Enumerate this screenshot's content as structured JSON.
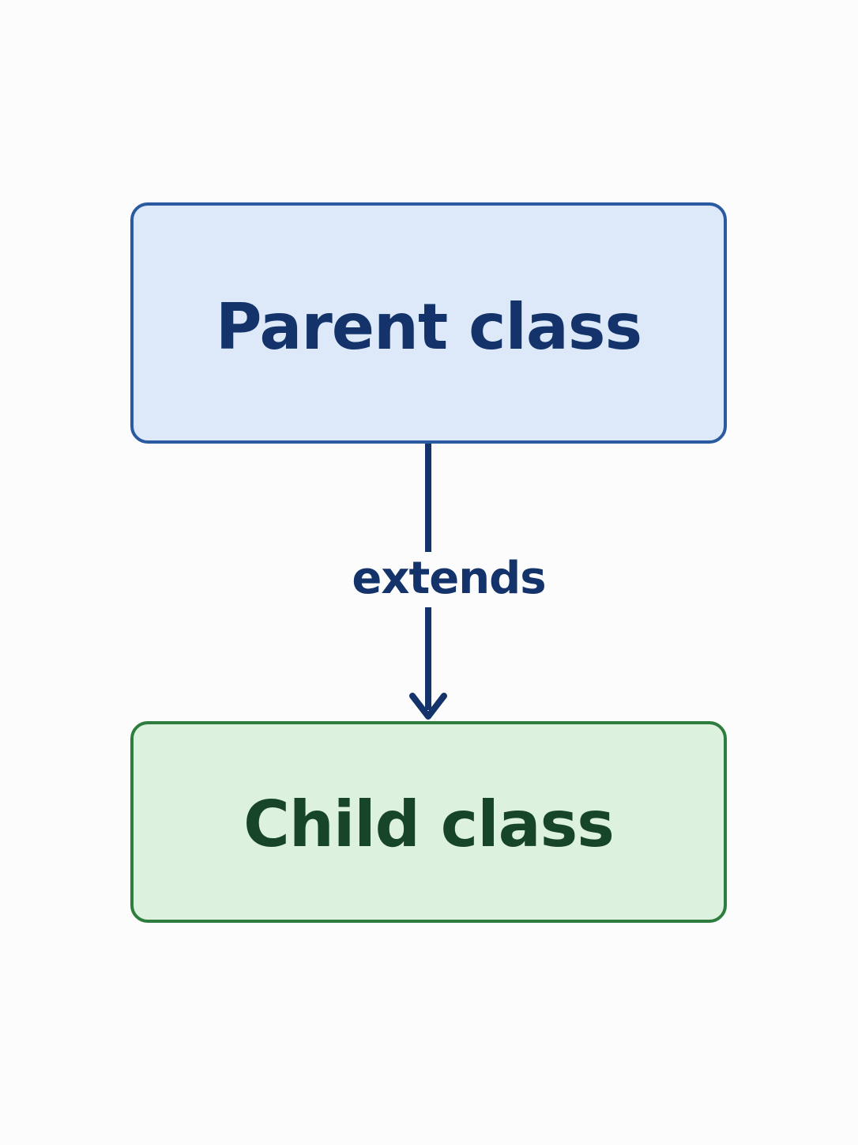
{
  "diagram": {
    "nodes": [
      {
        "id": "parent",
        "label": "Parent class"
      },
      {
        "id": "child",
        "label": "Child class"
      }
    ],
    "edges": [
      {
        "from": "parent",
        "to": "child",
        "label": "extends"
      }
    ]
  },
  "colors": {
    "background": "#fcfcfc",
    "parent_fill": "#dde9f8",
    "parent_border": "#2a5aa0",
    "parent_text": "#14336b",
    "child_fill": "#dcf1de",
    "child_border": "#2f7d3e",
    "child_text": "#17452a",
    "connector": "#14336b",
    "edge_label_text": "#14336b"
  }
}
